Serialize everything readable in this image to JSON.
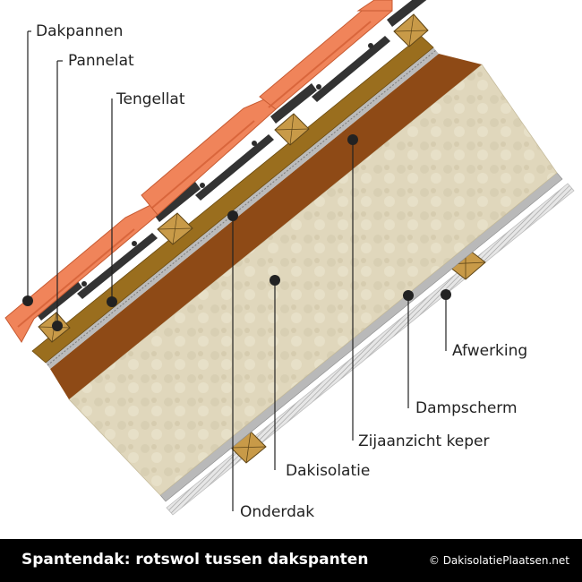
{
  "labels": {
    "dakpannen": "Dakpannen",
    "pannelat": "Pannelat",
    "tengellat": "Tengellat",
    "afwerking": "Afwerking",
    "dampscherm": "Dampscherm",
    "zijaanzicht_keper": "Zijaanzicht keper",
    "dakisolatie": "Dakisolatie",
    "onderdak": "Onderdak"
  },
  "footer": {
    "title": "Spantendak: rotswol tussen dakspanten",
    "credit": "© DakisolatiePlaatsen.net"
  },
  "colors": {
    "tile": "#f0845a",
    "tile_shadow": "#d9663c",
    "batten": "#c89a48",
    "counter_batten": "#9a6e1e",
    "underlay_stripe": "#a8a8a8",
    "rafter": "#8e4a16",
    "insulation": "#e0d7bc",
    "finish": "#d4d4d4",
    "leader": "#222222",
    "footer_bg": "#000000"
  }
}
